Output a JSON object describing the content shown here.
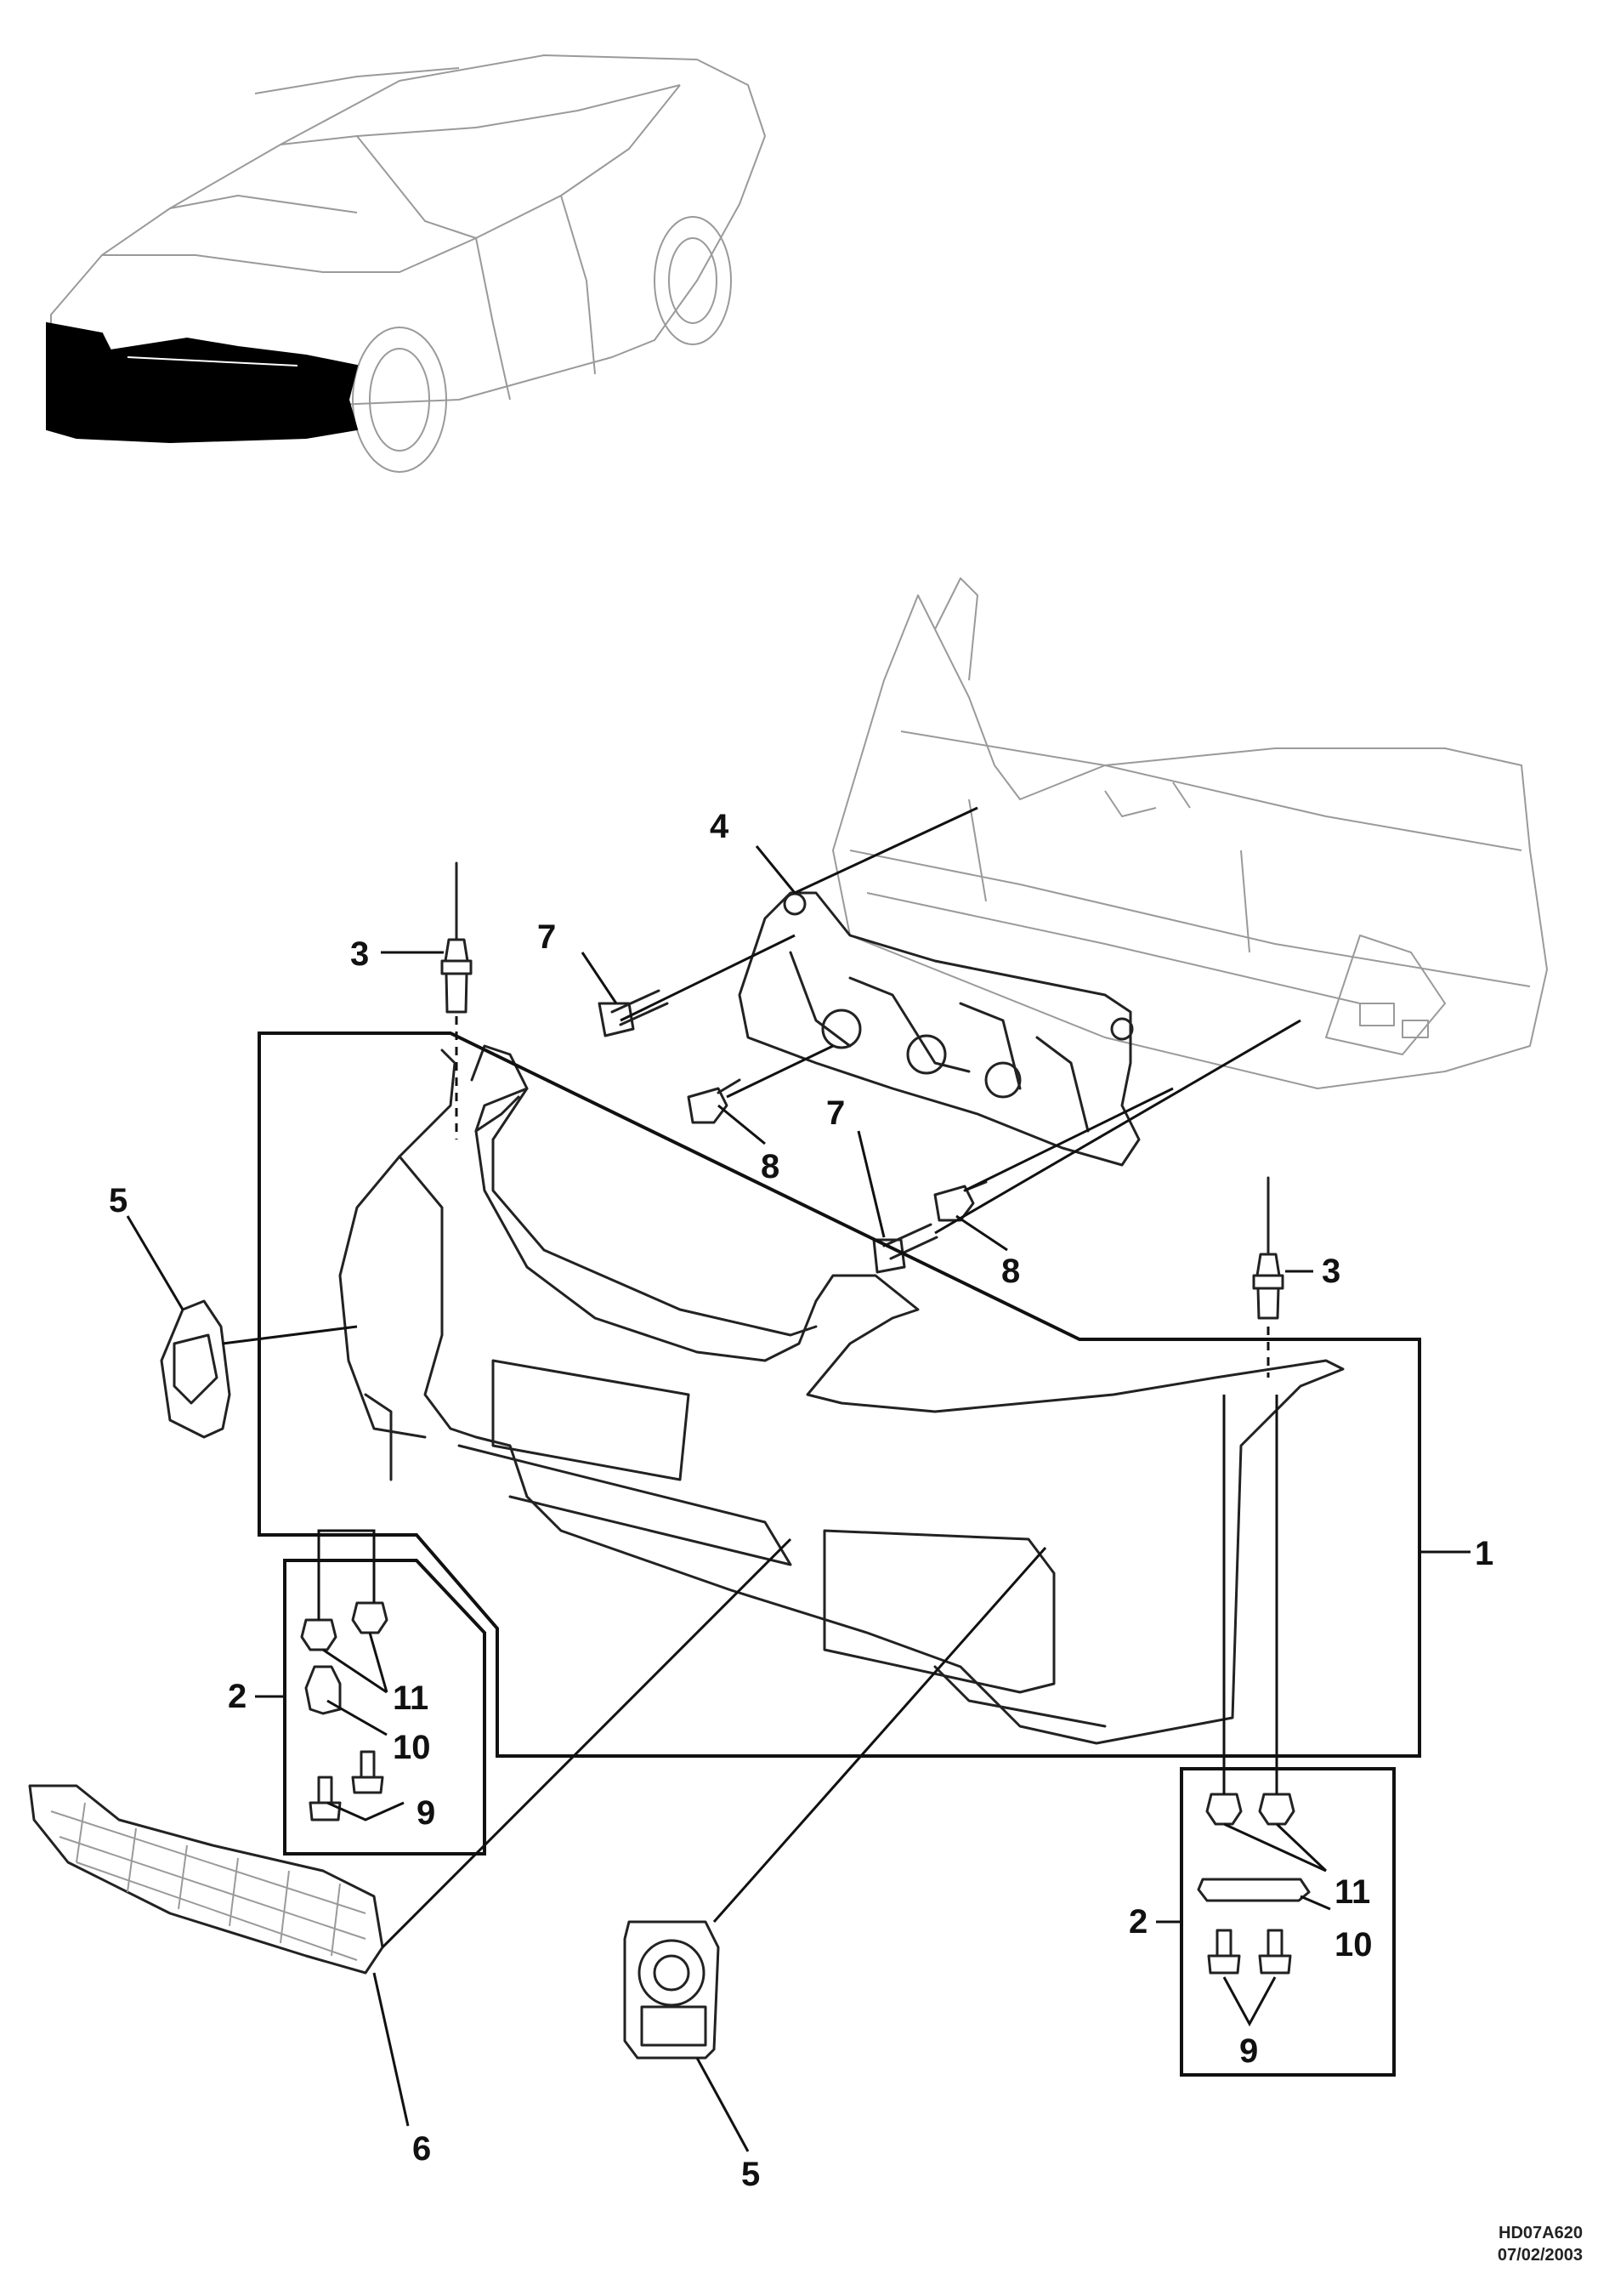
{
  "callouts": {
    "c1": "1",
    "c2a": "2",
    "c2b": "2",
    "c3a": "3",
    "c3b": "3",
    "c4": "4",
    "c5a": "5",
    "c5b": "5",
    "c6": "6",
    "c7a": "7",
    "c7b": "7",
    "c8a": "8",
    "c8b": "8",
    "c9a": "9",
    "c9b": "9",
    "c10a": "10",
    "c10b": "10",
    "c11a": "11",
    "c11b": "11"
  },
  "document_ref": {
    "code": "HD07A620",
    "date": "07/02/2003"
  },
  "colors": {
    "highlight": "#000000",
    "outline": "#222222",
    "context_outline": "#9a9a9a"
  }
}
